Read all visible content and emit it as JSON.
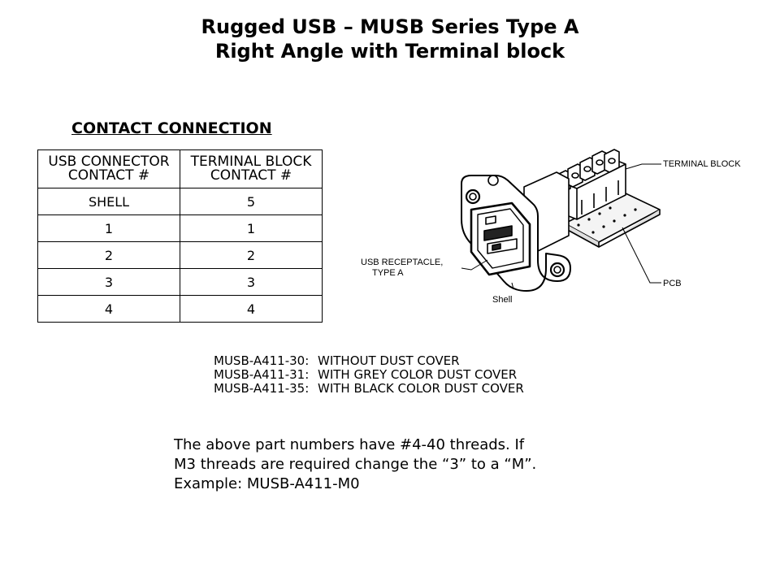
{
  "title": {
    "line1": "Rugged USB – MUSB Series Type A",
    "line2": "Right Angle with Terminal block"
  },
  "contact_table": {
    "heading": "CONTACT CONNECTION",
    "headers": [
      [
        "USB CONNECTOR",
        "CONTACT #"
      ],
      [
        "TERMINAL BLOCK",
        "CONTACT #"
      ]
    ],
    "rows": [
      [
        "SHELL",
        "5"
      ],
      [
        "1",
        "1"
      ],
      [
        "2",
        "2"
      ],
      [
        "3",
        "3"
      ],
      [
        "4",
        "4"
      ]
    ]
  },
  "diagram": {
    "labels": {
      "terminal_block": "TERMINAL BLOCK",
      "usb_receptacle_line1": "USB RECEPTACLE,",
      "usb_receptacle_line2": "TYPE A",
      "pcb": "PCB",
      "shell": "Shell"
    }
  },
  "part_numbers": [
    {
      "pn": "MUSB-A411-30:",
      "desc": "WITHOUT DUST COVER"
    },
    {
      "pn": "MUSB-A411-31:",
      "desc": "WITH GREY COLOR DUST COVER"
    },
    {
      "pn": "MUSB-A411-35:",
      "desc": "WITH BLACK COLOR DUST COVER"
    }
  ],
  "note": {
    "line1": "The above part numbers have #4-40 threads. If",
    "line2": "M3 threads are required change the “3” to a “M”.",
    "line3": "Example: MUSB-A411-M0"
  }
}
